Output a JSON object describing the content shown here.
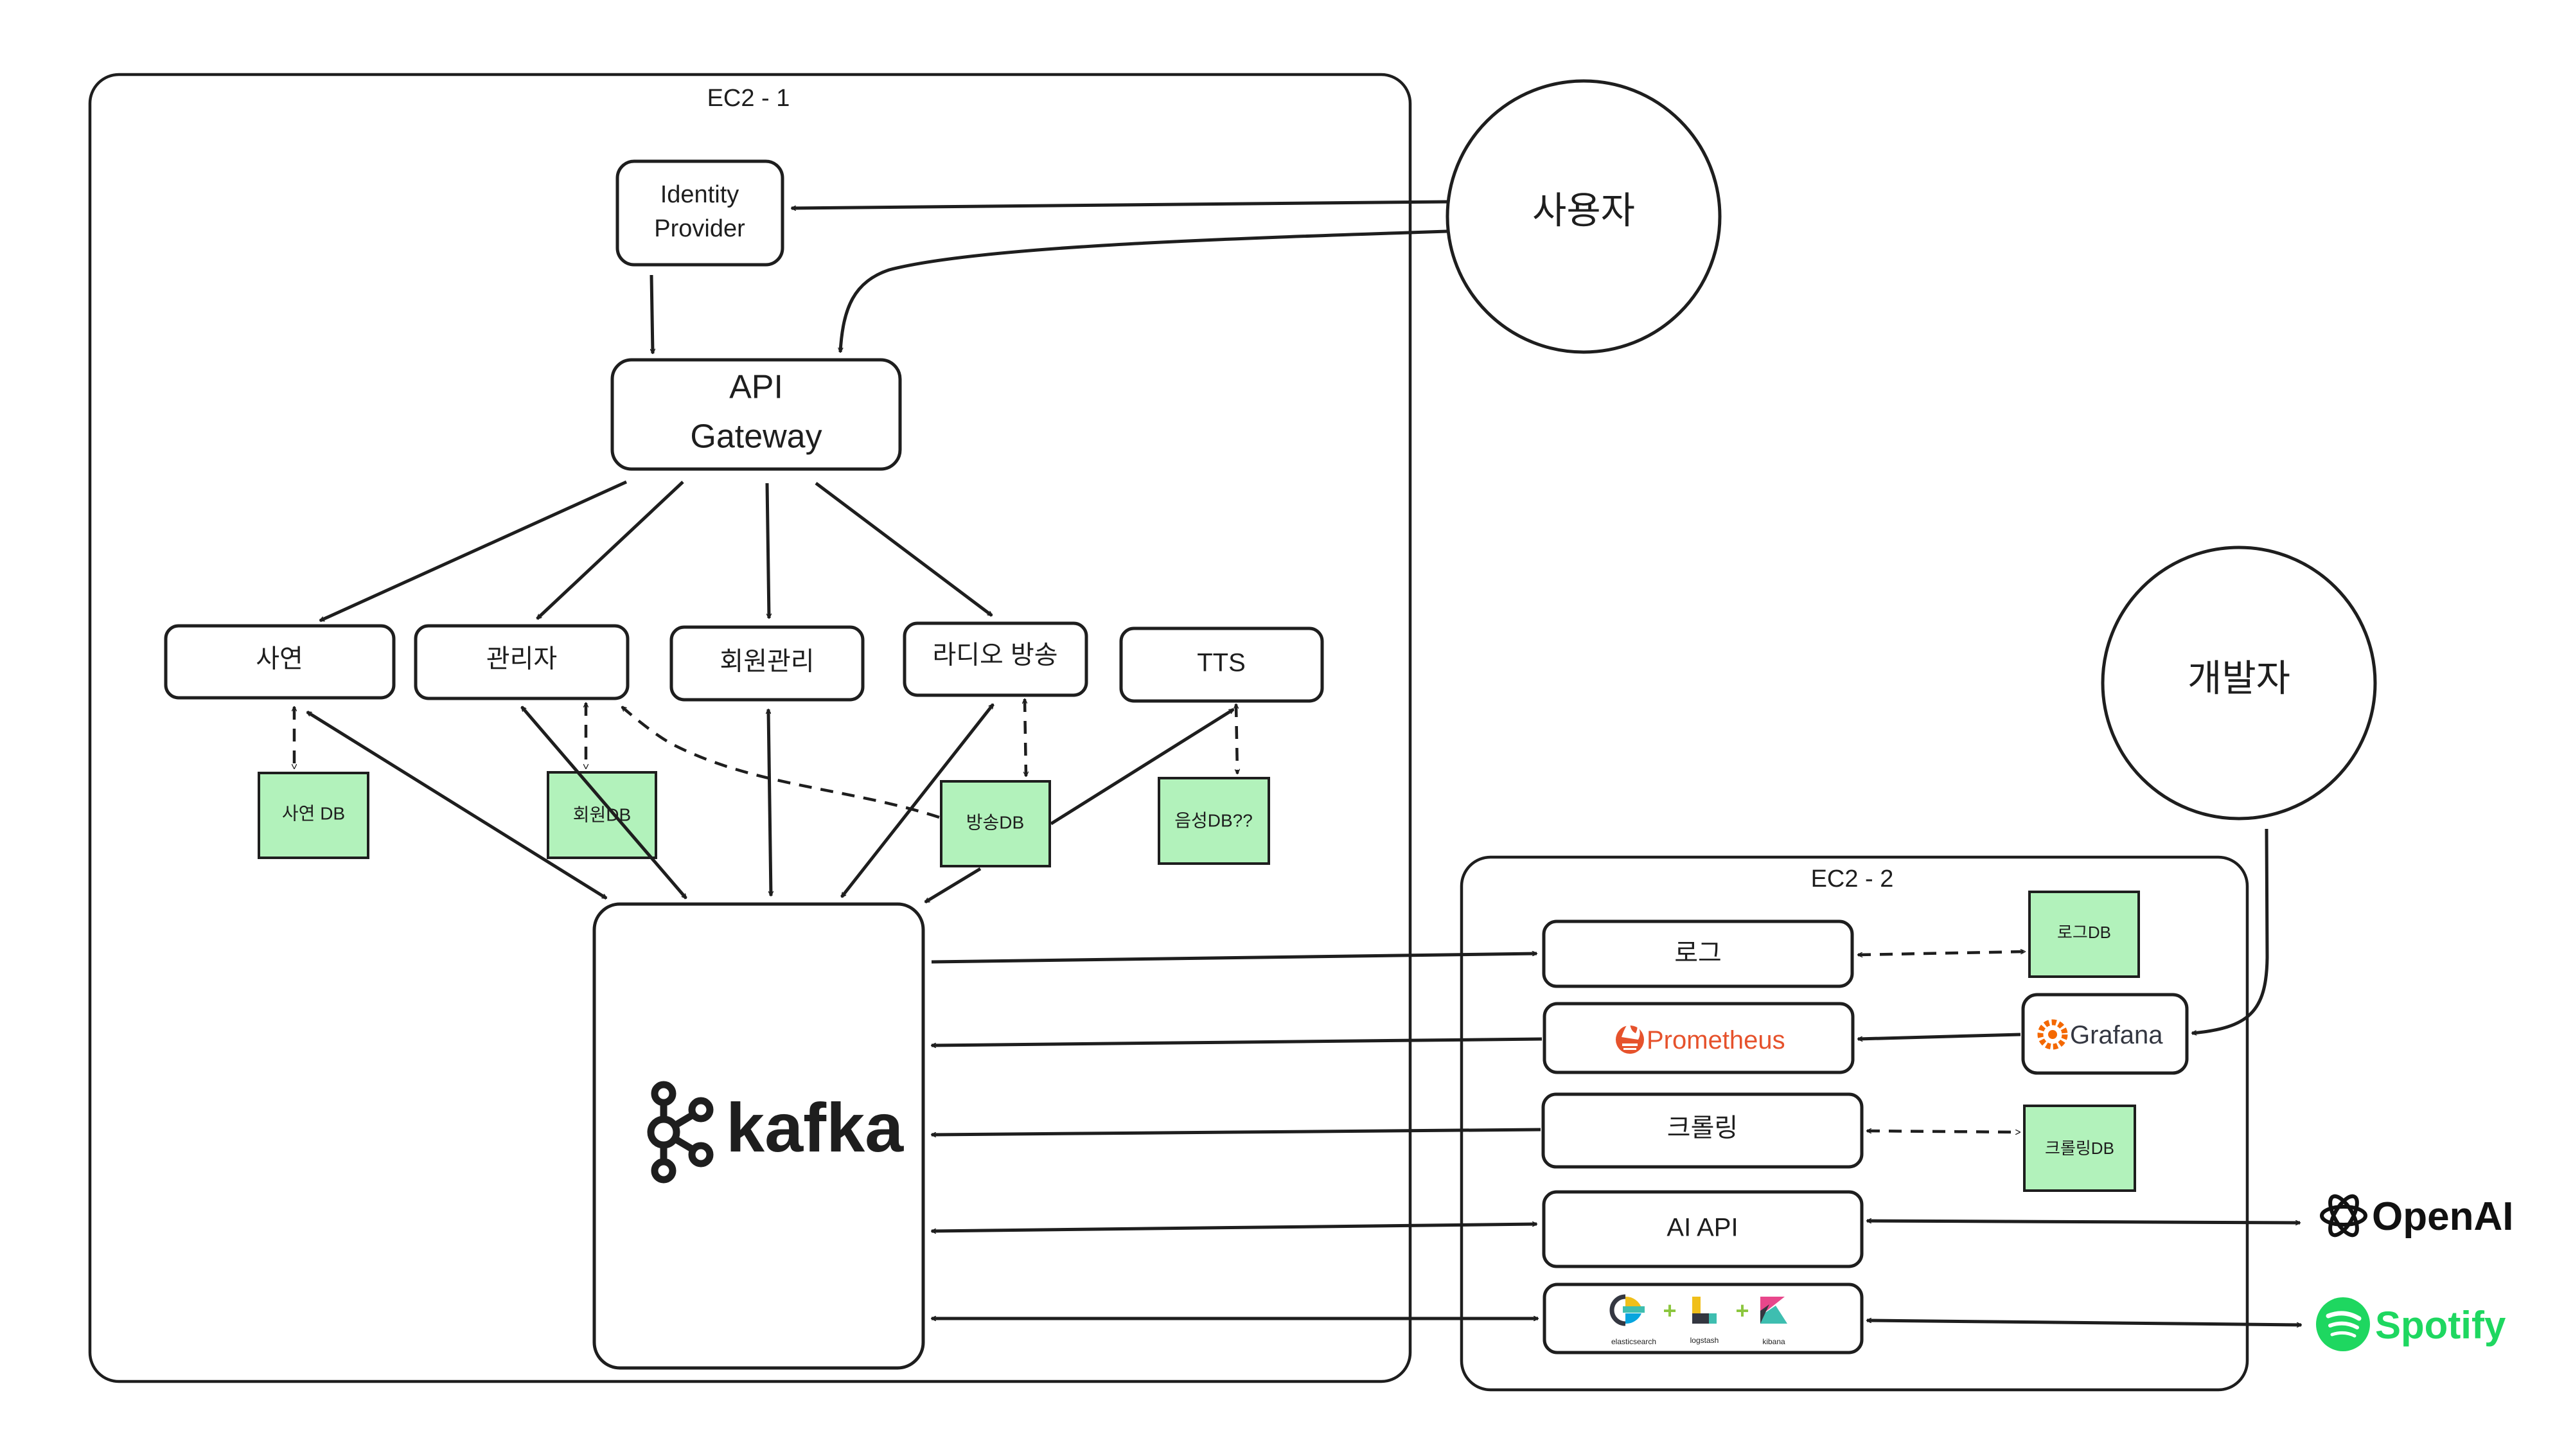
{
  "containers": {
    "ec2_1": "EC2 - 1",
    "ec2_2": "EC2 - 2"
  },
  "actors": {
    "user": "사용자",
    "developer": "개발자"
  },
  "nodes": {
    "identity_provider": [
      "Identity",
      "Provider"
    ],
    "api_gateway": [
      "API",
      "Gateway"
    ],
    "story": "사연",
    "admin": "관리자",
    "member_mgmt": "회원관리",
    "radio": "라디오 방송",
    "tts": "TTS",
    "log": "로그",
    "prometheus": "Prometheus",
    "crawling": "크롤링",
    "ai_api": "AI API",
    "grafana": "Grafana",
    "kafka": "kafka"
  },
  "databases": {
    "story_db": "사연 DB",
    "member_db": "회원DB",
    "broadcast_db": "방송DB",
    "voice_db": "음성DB??",
    "log_db": "로그DB",
    "crawling_db": "크롤링DB"
  },
  "elk": {
    "elasticsearch": "elasticsearch",
    "logstash": "logstash",
    "kibana": "kibana"
  },
  "external": {
    "openai": "OpenAI",
    "spotify": "Spotify"
  },
  "colors": {
    "stroke": "#1e1e1e",
    "db_fill": "#b2f2bb",
    "prometheus": "#e6522c",
    "grafana": "#f46800",
    "spotify": "#1ed760"
  }
}
